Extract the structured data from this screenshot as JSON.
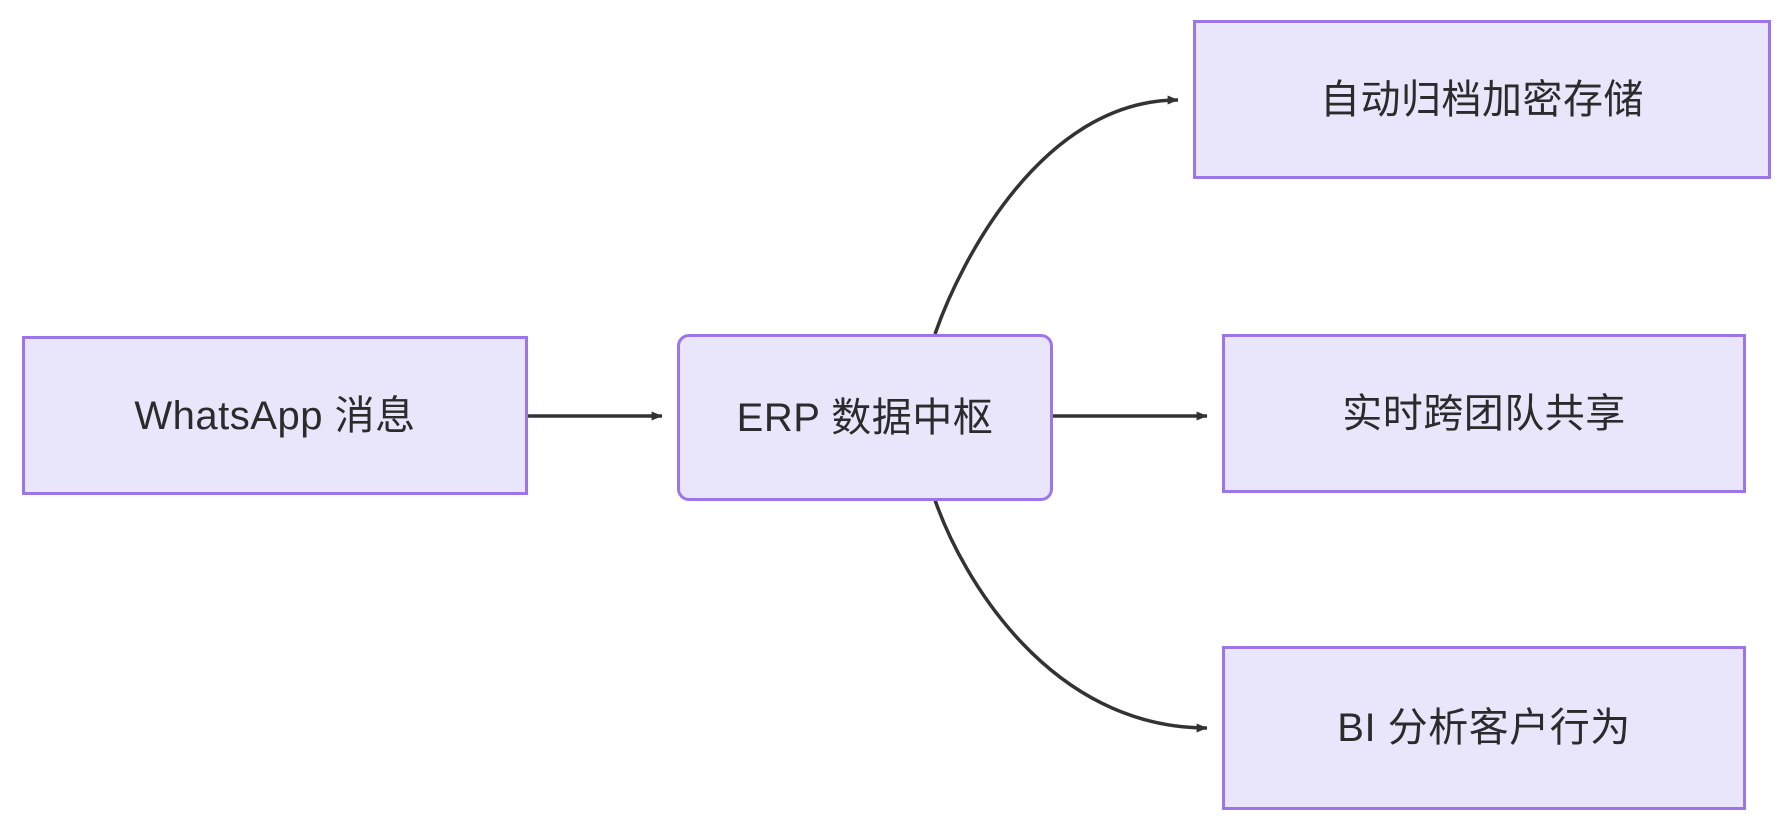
{
  "diagram": {
    "type": "flowchart",
    "direction": "left-to-right",
    "background_color": "#ffffff",
    "node_fill_color": "#e9e5fb",
    "node_border_color": "#9c76e8",
    "node_text_color": "#2b2b2b",
    "edge_color": "#333333",
    "nodes": [
      {
        "id": "source",
        "label": "WhatsApp 消息",
        "shape": "rectangle"
      },
      {
        "id": "hub",
        "label": "ERP 数据中枢",
        "shape": "rounded-rectangle"
      },
      {
        "id": "archive",
        "label": "自动归档加密存储",
        "shape": "rectangle"
      },
      {
        "id": "share",
        "label": "实时跨团队共享",
        "shape": "rectangle"
      },
      {
        "id": "bi",
        "label": "BI 分析客户行为",
        "shape": "rectangle"
      }
    ],
    "edges": [
      {
        "id": "edge-source-hub",
        "from": "source",
        "to": "hub",
        "label": "",
        "style": "straight-arrow"
      },
      {
        "id": "edge-hub-archive",
        "from": "hub",
        "to": "archive",
        "label": "",
        "style": "curved-arrow-up"
      },
      {
        "id": "edge-hub-share",
        "from": "hub",
        "to": "share",
        "label": "",
        "style": "straight-arrow"
      },
      {
        "id": "edge-hub-bi",
        "from": "hub",
        "to": "bi",
        "label": "",
        "style": "curved-arrow-down"
      }
    ]
  }
}
